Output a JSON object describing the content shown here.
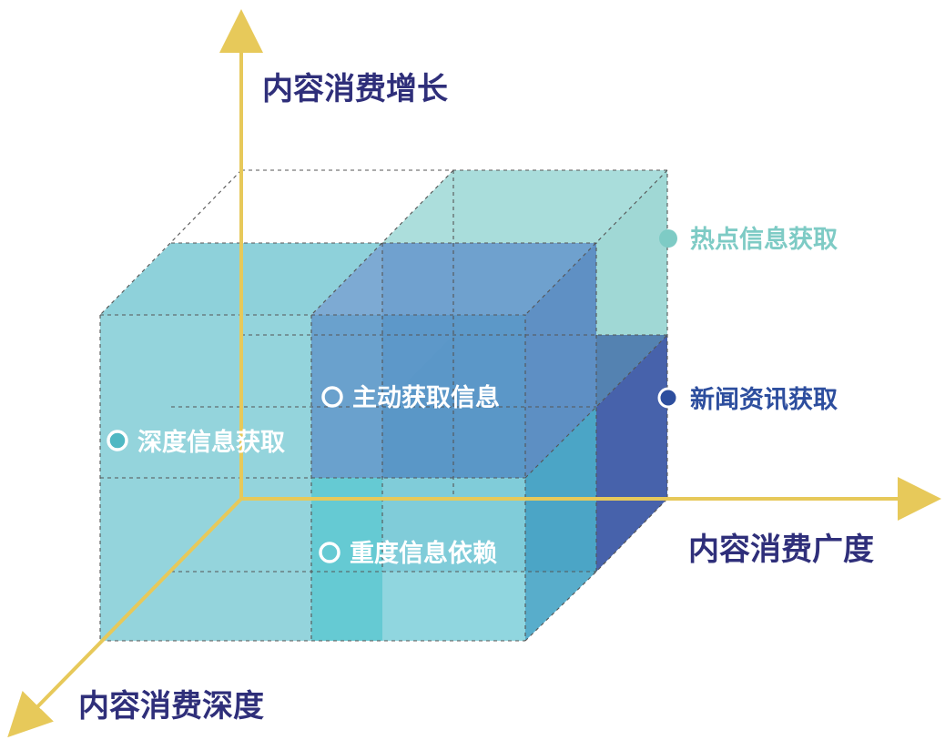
{
  "colors": {
    "axis": "#e7c95a",
    "axis_label": "#2f2f7a",
    "cube_front": "#5ec8d2",
    "cube_back": "#8fd0cd",
    "cube_blue": "#3f74b4",
    "cube_dark_blue": "#3d5aa6",
    "hot_label": "#7ecbc5",
    "news_label": "#2d4e9e",
    "white_label": "#ffffff"
  },
  "axes": {
    "y_label": "内容消费增长",
    "x_label": "内容消费广度",
    "z_label": "内容消费深度"
  },
  "points": [
    {
      "id": "hot",
      "label": "热点信息获取",
      "marker": "filled-teal"
    },
    {
      "id": "news",
      "label": "新闻资讯获取",
      "marker": "filled-blue"
    },
    {
      "id": "active",
      "label": "主动获取信息",
      "marker": "hollow"
    },
    {
      "id": "depth",
      "label": "深度信息获取",
      "marker": "filled-teal-ring"
    },
    {
      "id": "heavy",
      "label": "重度信息依赖",
      "marker": "hollow"
    }
  ]
}
